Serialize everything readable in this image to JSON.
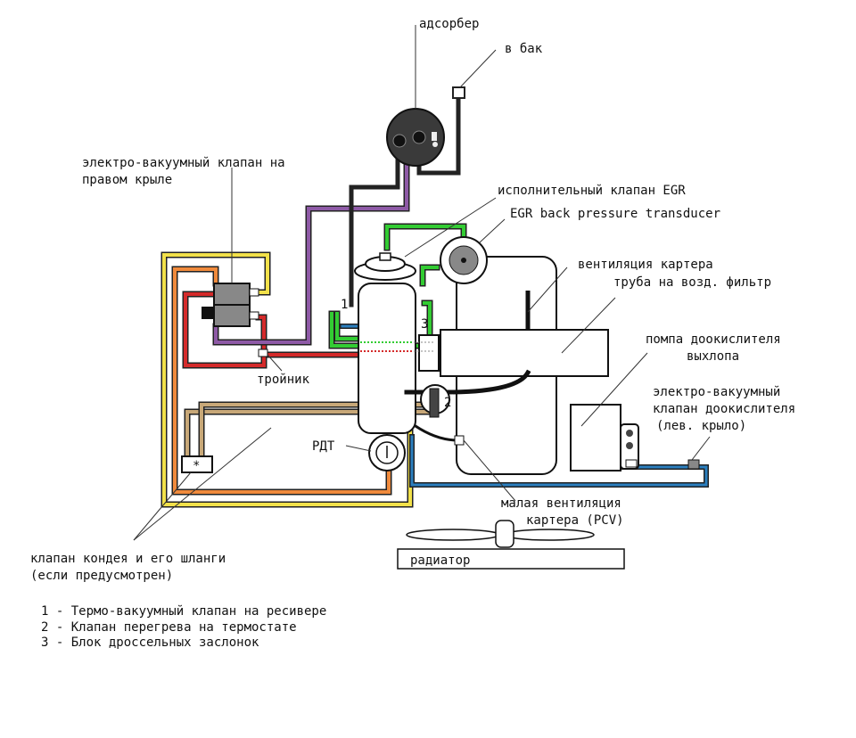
{
  "labels": {
    "adsorber": "адсорбер",
    "to_tank": "в бак",
    "evac_valve_line1": "электро-вакуумный клапан на",
    "evac_valve_line2": "правом крыле",
    "egr_actuator": "исполнительный клапан EGR",
    "egr_transducer": "EGR back pressure transducer",
    "crankcase_vent": "вентиляция картера",
    "air_filter_pipe": "труба на возд. фильтр",
    "aux_pump_line1": "помпа доокислителя",
    "aux_pump_line2": "выхлопа",
    "left_valve_line1": "электро-вакуумный",
    "left_valve_line2": "клапан доокислителя",
    "left_valve_line3": "(лев. крыло)",
    "tee": "тройник",
    "rdt": "РДТ",
    "pcv_line1": "малая вентиляция",
    "pcv_line2": "картера (PCV)",
    "ac_line1": "клапан кондея и его шланги",
    "ac_line2": "(если предусмотрен)",
    "radiator": "радиатор",
    "num1": "1",
    "num2": "2",
    "num3": "3",
    "star": "*"
  },
  "legend": [
    "1 - Термо-вакуумный клапан на ресивере",
    "2 - Клапан перегрева на термостате",
    "3 - Блок дроссельных заслонок"
  ],
  "colors": {
    "purple": "#8e5aa6",
    "red": "#d42a2a",
    "orange": "#f08a3c",
    "yellow": "#f2e14a",
    "green": "#33cc33",
    "blue": "#2b7fbf",
    "tan": "#c8a878",
    "black": "#222222"
  }
}
